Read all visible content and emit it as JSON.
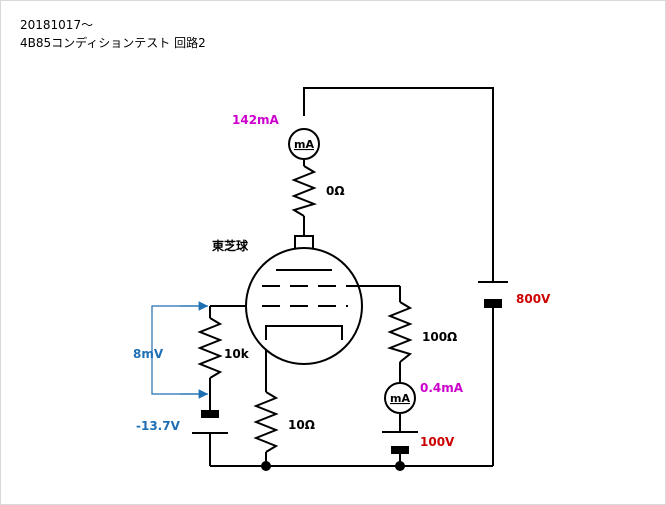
{
  "header": {
    "date": "20181017～",
    "title": "4B85コンディションテスト 回路2"
  },
  "labels": {
    "plate_current": "142mA",
    "plate_resistor": "0Ω",
    "tube_name": "東芝球",
    "b_supply": "800V",
    "screen_resistor": "100Ω",
    "screen_current": "0.4mA",
    "screen_supply": "100V",
    "grid_signal": "8mV",
    "grid_resistor": "10k",
    "bias_supply": "-13.7V",
    "cathode_resistor": "10Ω",
    "meter_unit": "mA"
  },
  "colors": {
    "current": "#cc00cc",
    "voltage_red": "#cc0000",
    "signal_blue": "#1f6fb5",
    "wire": "#000000"
  }
}
